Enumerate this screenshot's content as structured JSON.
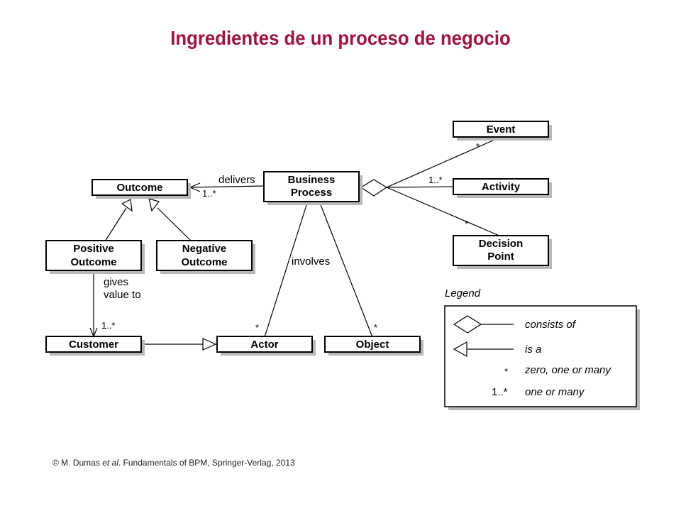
{
  "title": "Ingredientes de un proceso de negocio",
  "boxes": {
    "event": "Event",
    "activity": "Activity",
    "decision_point_1": "Decision",
    "decision_point_2": "Point",
    "business_process_1": "Business",
    "business_process_2": "Process",
    "outcome": "Outcome",
    "positive_outcome_1": "Positive",
    "positive_outcome_2": "Outcome",
    "negative_outcome_1": "Negative",
    "negative_outcome_2": "Outcome",
    "customer": "Customer",
    "actor": "Actor",
    "object": "Object"
  },
  "labels": {
    "delivers": "delivers",
    "delivers_mult": "1..*",
    "event_mult": "*",
    "activity_mult": "1..*",
    "decision_mult": "*",
    "involves": "involves",
    "actor_mult": "*",
    "object_mult": "*",
    "gives_1": "gives",
    "gives_2": "value to",
    "customer_mult": "1..*"
  },
  "legend": {
    "title": "Legend",
    "consists_of": "consists of",
    "is_a": "is a",
    "star_symbol": "*",
    "star_text": "zero, one or many",
    "one_many_symbol": "1..*",
    "one_many_text": "one or many"
  },
  "citation": {
    "prefix": "© M. Dumas ",
    "et_al": "et al",
    "suffix": ". Fundamentals of BPM, Springer-Verlag,  2013"
  },
  "colors": {
    "title": "#a3123d",
    "shadow": "#b8b8b8",
    "stroke": "#000000"
  }
}
